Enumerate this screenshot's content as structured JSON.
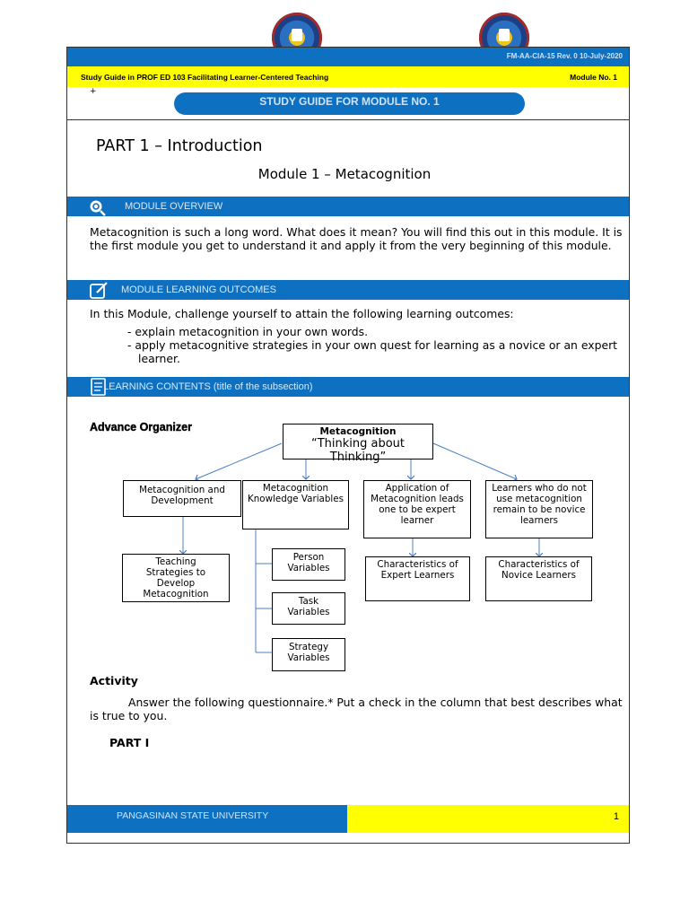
{
  "header": {
    "doc_code": "FM-AA-CIA-15 Rev. 0  10-July-2020",
    "study_guide_title": "Study Guide in PROF ED 103 Facilitating Learner-Centered Teaching",
    "module_no": "Module No. 1",
    "plus": "+"
  },
  "banner": "STUDY GUIDE FOR MODULE NO. 1",
  "part_title": "PART 1 – Introduction",
  "module_title": "Module 1 – Metacognition",
  "sections": {
    "overview": {
      "heading": "MODULE OVERVIEW",
      "icon": "magnifier-icon",
      "text": "Metacognition is such a long word. What does it mean? You will find this out in this module. It is the first module you get to understand it and apply it from the very beginning of this module."
    },
    "outcomes": {
      "heading": "MODULE LEARNING OUTCOMES",
      "icon": "edit-icon",
      "intro": "In this Module, challenge yourself to attain the following learning outcomes:",
      "items": [
        "- explain metacognition in your own words.",
        "- apply metacognitive strategies in your own quest for learning as a novice or an expert learner."
      ]
    },
    "contents": {
      "heading": "LEARNING CONTENTS (title of the subsection)",
      "icon": "document-icon"
    }
  },
  "advance_organizer": {
    "label": "Advance Organizer",
    "root_title": "Metacognition",
    "root_subtitle": "“Thinking about Thinking”",
    "nodes": {
      "development": "Metacognition and Development",
      "knowledge": "Metacognition Knowledge Variables",
      "application": "Application of Metacognition leads one to be expert learner",
      "novice": "Learners who do not use metacognition remain to be novice learners",
      "teaching": "Teaching Strategies to Develop Metacognition",
      "person": "Person Variables",
      "task": "Task Variables",
      "strategy": "Strategy Variables",
      "expert_chars": "Characteristics of Expert Learners",
      "novice_chars": "Characteristics of Novice Learners"
    }
  },
  "activity": {
    "heading": "Activity",
    "text": "Answer the following questionnaire.* Put a check in the column that best describes what is true to you.",
    "part": "PART I"
  },
  "footer": {
    "university": "PANGASINAN STATE UNIVERSITY",
    "page": "1"
  },
  "colors": {
    "accent_blue": "#0e70c0",
    "highlight_yellow": "#ffff00"
  }
}
